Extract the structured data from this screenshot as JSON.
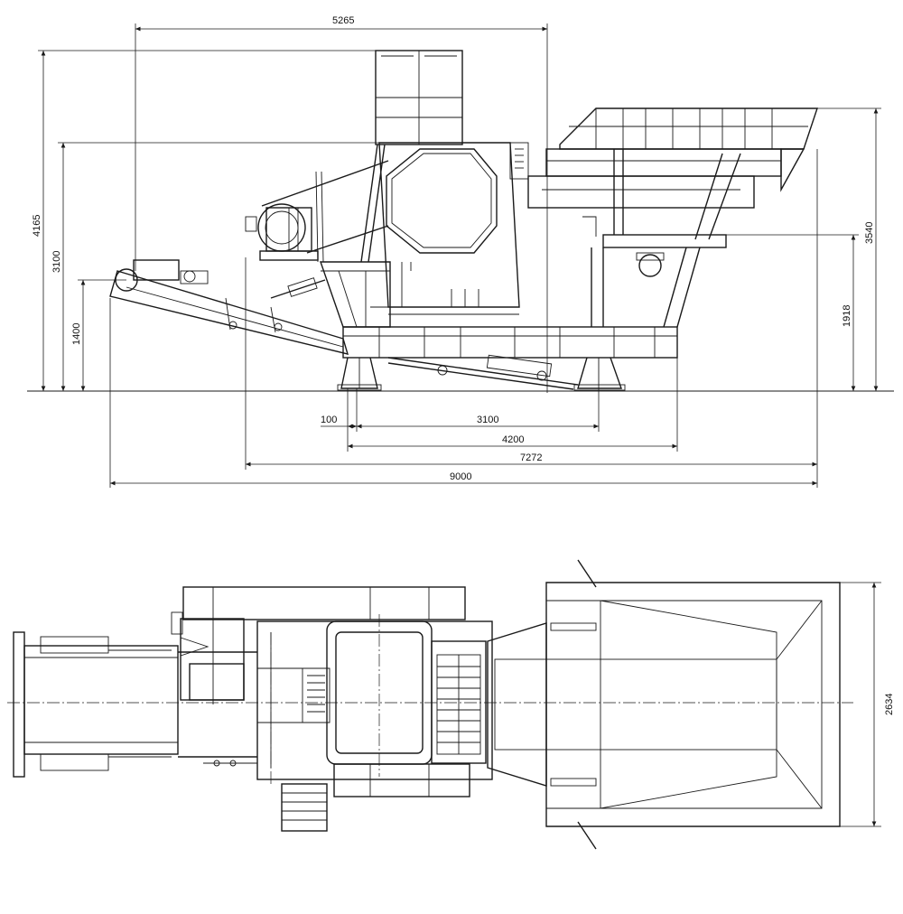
{
  "dimensions": {
    "top_width": "5265",
    "total_height": "4165",
    "height_3100": "3100",
    "height_1400": "1400",
    "right_height": "3540",
    "right_mid_height": "1918",
    "offset_100": "100",
    "wheelbase_3100": "3100",
    "base_4200": "4200",
    "length_7272": "7272",
    "total_length": "9000",
    "plan_width": "2634"
  },
  "colors": {
    "ink": "#1a1a1a",
    "paper": "#ffffff"
  }
}
